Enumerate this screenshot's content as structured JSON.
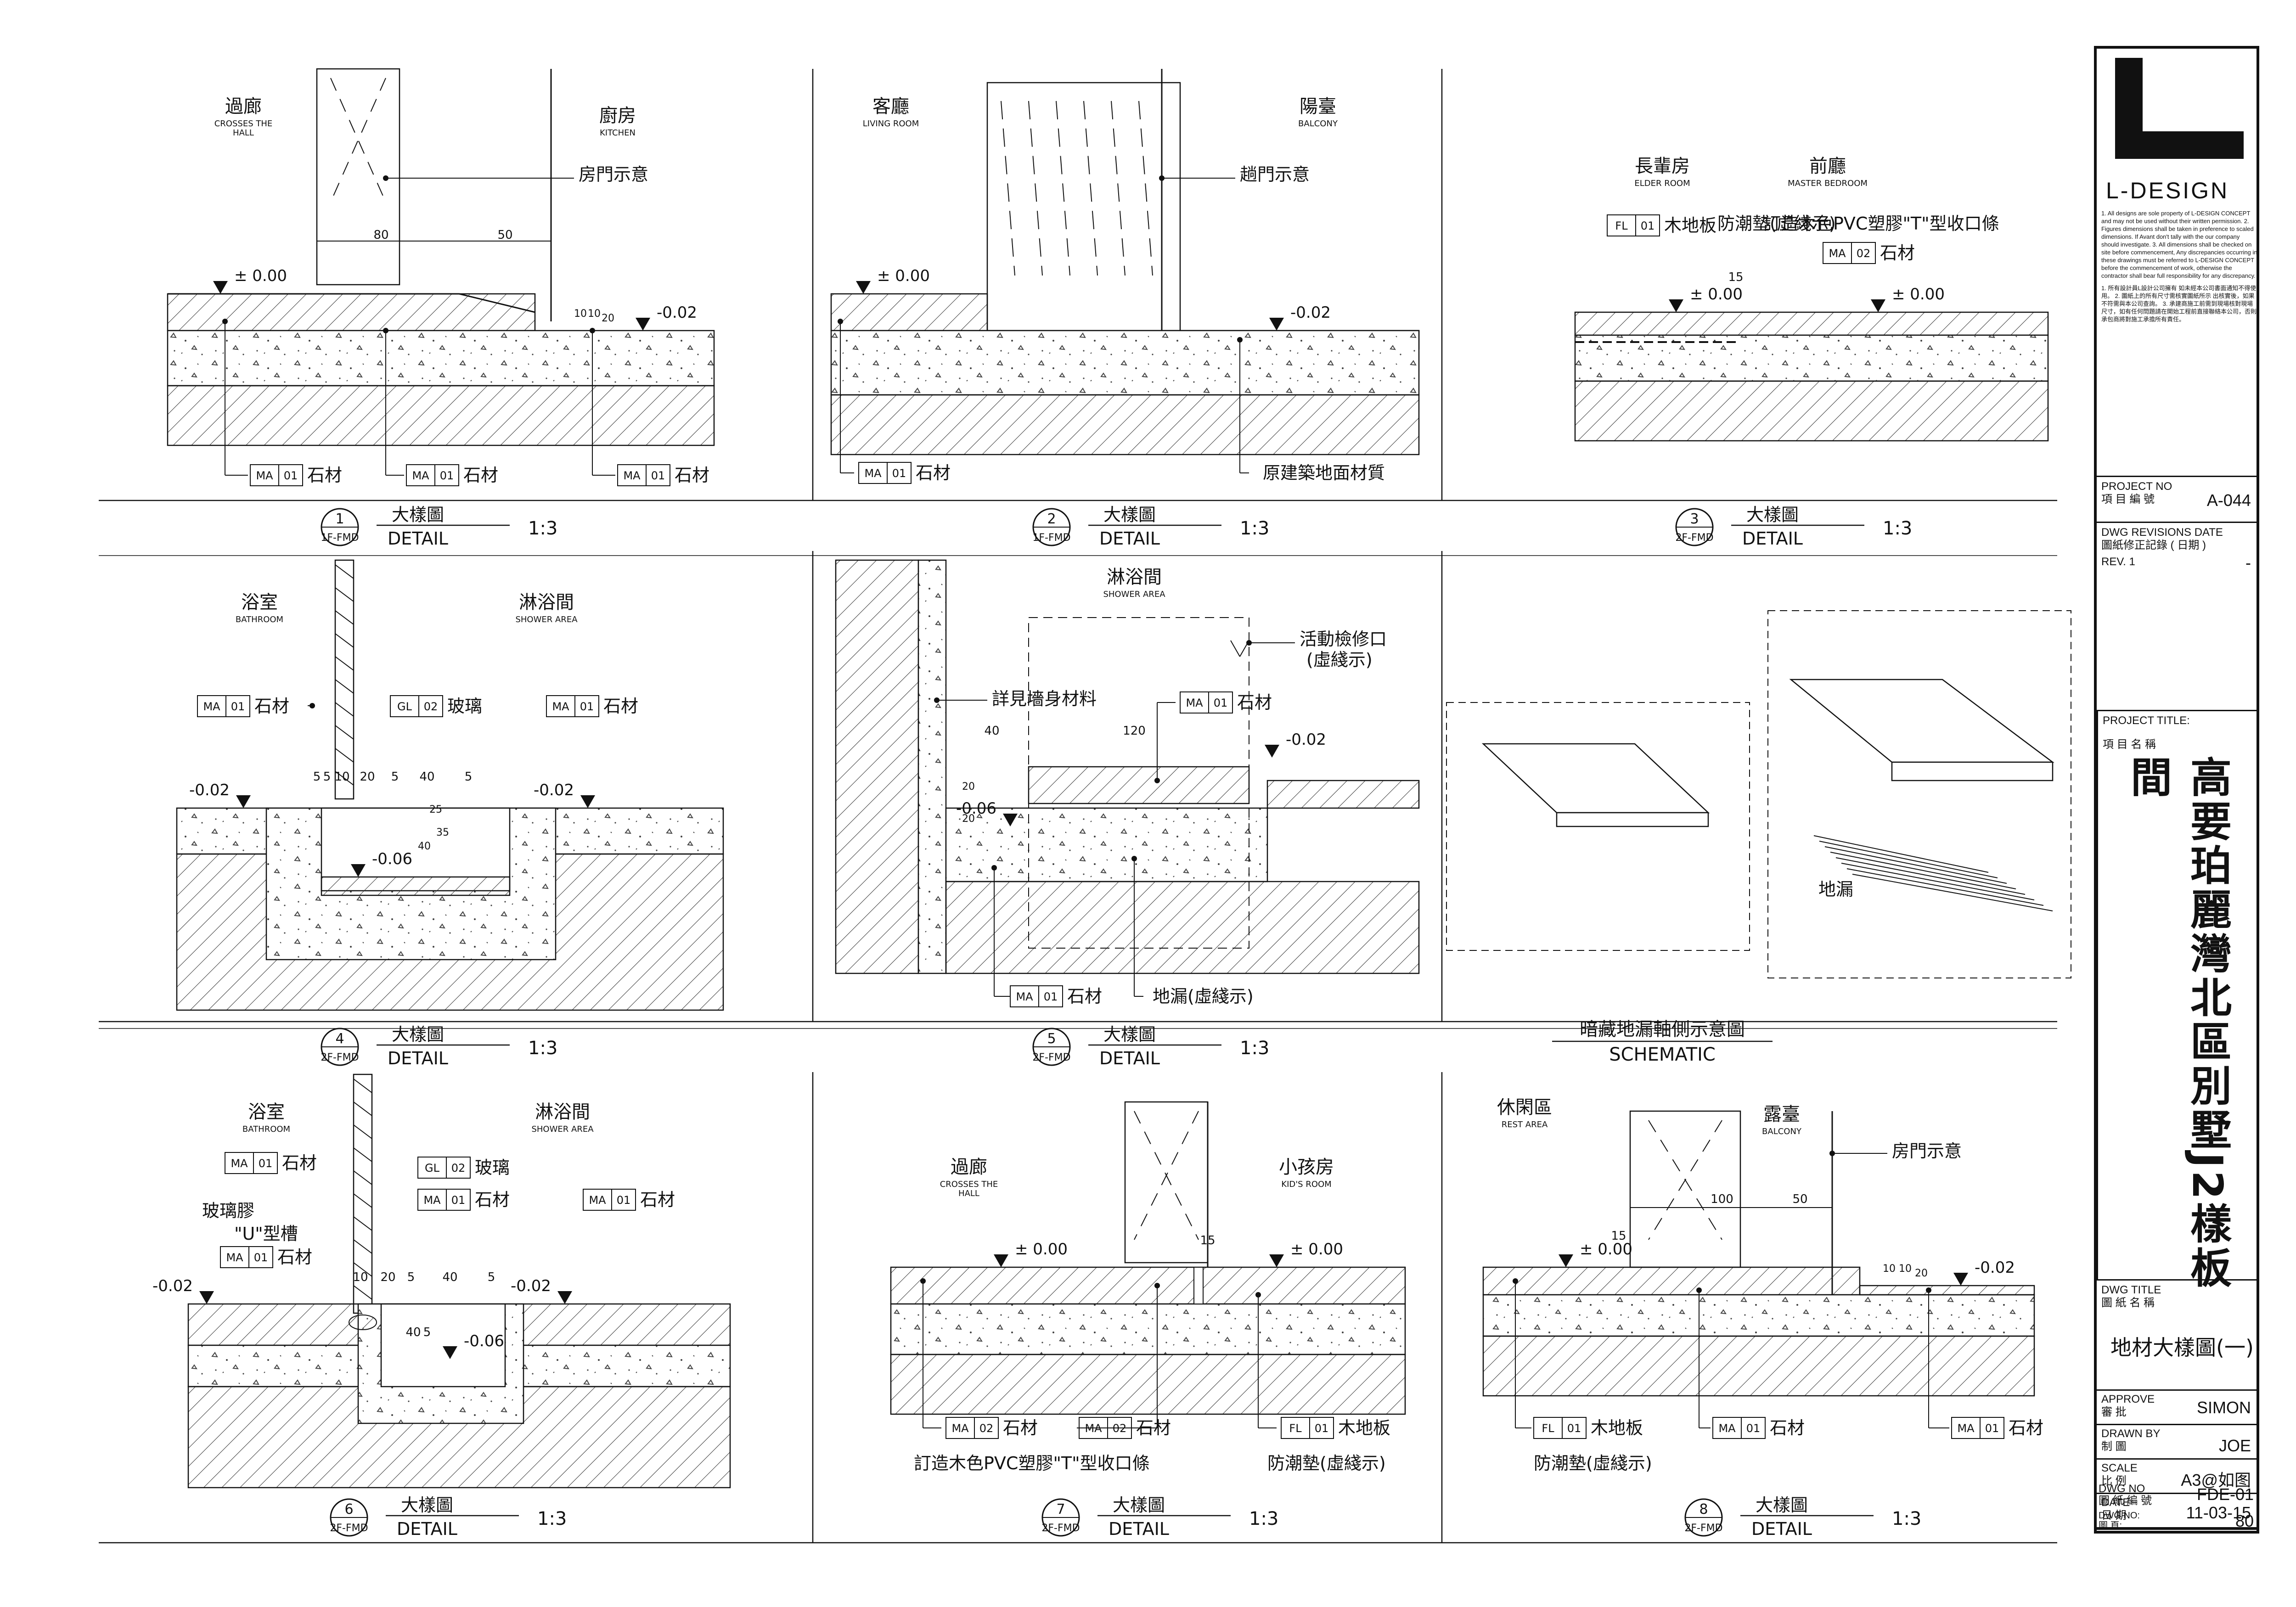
{
  "detail_label": "DETAIL",
  "detail_label_cn": "大樣圖",
  "scale_label": "1:3",
  "panels": [
    {
      "num": "1",
      "code": "1F-FMD",
      "room_left": "過廊",
      "room_left_en": "CROSSES THE HALL",
      "room_right": "廚房",
      "room_right_en": "KITCHEN",
      "door_note": "房門示意",
      "level_left": "± 0.00",
      "level_right": "-0.02",
      "dims": [
        "80",
        "50",
        "10",
        "10",
        "20"
      ],
      "tags": [
        {
          "code": "MA",
          "num": "01",
          "text": "石材"
        },
        {
          "code": "MA",
          "num": "01",
          "text": "石材"
        },
        {
          "code": "MA",
          "num": "01",
          "text": "石材"
        }
      ]
    },
    {
      "num": "2",
      "code": "1F-FMD",
      "room_left": "客廳",
      "room_left_en": "LIVING ROOM",
      "room_right": "陽臺",
      "room_right_en": "BALCONY",
      "door_note": "趟門示意",
      "level_left": "± 0.00",
      "level_right": "-0.02",
      "note_bottom": "原建築地面材質",
      "tags": [
        {
          "code": "MA",
          "num": "01",
          "text": "石材"
        }
      ]
    },
    {
      "num": "3",
      "code": "2F-FMD",
      "room_left": "長輩房",
      "room_left_en": "ELDER ROOM",
      "room_right": "前廳",
      "room_right_en": "MASTER BEDROOM",
      "level_left": "± 0.00",
      "level_right": "± 0.00",
      "dims": [
        "15"
      ],
      "tags": [
        {
          "code": "FL",
          "num": "01",
          "text": "木地板"
        },
        {
          "code": "MA",
          "num": "02",
          "text": "石材"
        }
      ],
      "notes": [
        "防潮墊(虛綫示)",
        "訂造木色PVC塑膠\"T\"型收口條"
      ]
    },
    {
      "num": "4",
      "code": "2F-FMD",
      "room_left": "浴室",
      "room_left_en": "BATHROOM",
      "room_right": "淋浴間",
      "room_right_en": "SHOWER AREA",
      "level_left": "-0.02",
      "level_mid": "-0.06",
      "level_right": "-0.02",
      "dims": [
        "5",
        "5",
        "10",
        "20",
        "5",
        "40",
        "5",
        "25",
        "40",
        "35"
      ],
      "tags": [
        {
          "code": "MA",
          "num": "01",
          "text": "石材"
        },
        {
          "code": "GL",
          "num": "02",
          "text": "玻璃"
        },
        {
          "code": "MA",
          "num": "01",
          "text": "石材"
        }
      ]
    },
    {
      "num": "5",
      "code": "2F-FMD",
      "room_top": "淋浴間",
      "room_top_en": "SHOWER AREA",
      "level_right": "-0.02",
      "level_mid": "-0.06",
      "dims": [
        "40",
        "120",
        "20",
        "20"
      ],
      "notes": [
        "活動檢修口",
        "(虛綫示)",
        "詳見墻身材料",
        "地漏(虛綫示)"
      ],
      "tags": [
        {
          "code": "MA",
          "num": "01",
          "text": "石材"
        },
        {
          "code": "MA",
          "num": "01",
          "text": "石材"
        }
      ]
    },
    {
      "title_cn": "暗藏地漏軸側示意圖",
      "title_en": "SCHEMATIC",
      "note": "地漏"
    },
    {
      "num": "6",
      "code": "2F-FMD",
      "room_left": "浴室",
      "room_left_en": "BATHROOM",
      "room_right": "淋浴間",
      "room_right_en": "SHOWER AREA",
      "level_left": "-0.02",
      "level_mid": "-0.06",
      "level_right": "-0.02",
      "dims": [
        "10",
        "20",
        "5",
        "40",
        "5",
        "40",
        "5"
      ],
      "notes": [
        "玻璃膠",
        "\"U\"型槽"
      ],
      "tags": [
        {
          "code": "MA",
          "num": "01",
          "text": "石材"
        },
        {
          "code": "GL",
          "num": "02",
          "text": "玻璃"
        },
        {
          "code": "MA",
          "num": "01",
          "text": "石材"
        },
        {
          "code": "MA",
          "num": "01",
          "text": "石材"
        },
        {
          "code": "MA",
          "num": "01",
          "text": "石材"
        }
      ]
    },
    {
      "num": "7",
      "code": "2F-FMD",
      "room_left": "過廊",
      "room_left_en": "CROSSES THE HALL",
      "room_right": "小孩房",
      "room_right_en": "KID'S ROOM",
      "level_left": "± 0.00",
      "level_right": "± 0.00",
      "dims": [
        "15"
      ],
      "notes": [
        "訂造木色PVC塑膠\"T\"型收口條",
        "防潮墊(虛綫示)"
      ],
      "tags": [
        {
          "code": "MA",
          "num": "02",
          "text": "石材"
        },
        {
          "code": "MA",
          "num": "02",
          "text": "石材"
        },
        {
          "code": "FL",
          "num": "01",
          "text": "木地板"
        }
      ]
    },
    {
      "num": "8",
      "code": "2F-FMD",
      "room_left": "休閑區",
      "room_left_en": "REST AREA",
      "room_right": "露臺",
      "room_right_en": "BALCONY",
      "door_note": "房門示意",
      "level_left": "± 0.00",
      "level_right": "-0.02",
      "dims": [
        "15",
        "100",
        "50",
        "10",
        "10",
        "20"
      ],
      "notes": [
        "防潮墊(虛綫示)"
      ],
      "tags": [
        {
          "code": "FL",
          "num": "01",
          "text": "木地板"
        },
        {
          "code": "MA",
          "num": "01",
          "text": "石材"
        },
        {
          "code": "MA",
          "num": "01",
          "text": "石材"
        }
      ]
    }
  ],
  "titleblock": {
    "brand": "L-DESIGN",
    "notes_en": "1. All designs are sole property of L-DESIGN CONCEPT and may not be used without their written permission. 2. Figures dimensions shall be taken in preference to scaled dimensions. If Avant don't tally with the our company should investigate. 3. All dimensions shall be checked on site before commencement, Any discrepancies occurring in these drawings must be referred to L-DESIGN CONCEPT before the commencement of work, otherwise the contractor shall bear full responsibility for any discrepancy.",
    "notes_cn": "1. 所有設計員L設計公司擁有 如未經本公司書面通知不得使用。 2. 圖紙上的所有尺寸需核實圖紙所示 出核實後，如果不符需與本公司查詢。 3. 承建商施工前需到現場核對現場尺寸，如有任何問題請在開始工程前直接聯絡本公司，否則承包商將對施工承擔所有責任。",
    "project_no_lbl": "PROJECT NO",
    "project_no_cn": "項 目 編 號",
    "project_no": "A-044",
    "revisions_lbl": "DWG REVISIONS DATE",
    "revisions_cn": "圖紙修正記錄 ( 日期 )",
    "rev_lbl": "REV. 1",
    "rev_val": "-",
    "project_title_lbl": "PROJECT TITLE:",
    "project_title_cn": "項 目 名 稱",
    "project_title": "高要珀麗灣北區別墅J2樣板間",
    "dwg_title_lbl": "DWG TITLE",
    "dwg_title_cn": "圖 紙 名 稱",
    "dwg_title": "地材大樣圖(一)",
    "approve_lbl": "APPROVE",
    "approve_cn": "審 批",
    "approve": "SIMON",
    "drawn_lbl": "DRAWN BY",
    "drawn_cn": "制 圖",
    "drawn": "JOE",
    "scale_lbl": "SCALE",
    "scale_cn": "比 例",
    "scale": "A3@如图",
    "date_lbl": "DATE",
    "date_cn": "日 期",
    "date": "11-03-15",
    "dwg_no_lbl": "DWG NO",
    "dwg_no_cn": "圖 紙 編 號",
    "dwg_no": "FDE-01",
    "page_lbl": "DWG NO:",
    "page_cn": "圖 頁:",
    "page": "80"
  }
}
